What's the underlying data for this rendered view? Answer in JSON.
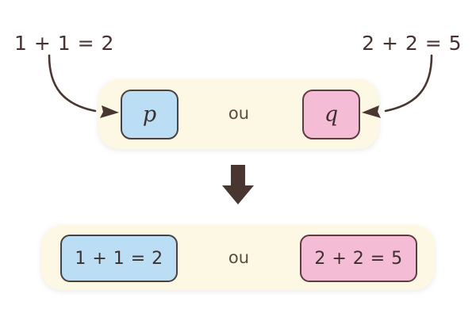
{
  "diagram": {
    "title": "Substitution of propositional variables in a disjunction",
    "colors": {
      "background": "#ffffff",
      "band": "#fdf8e3",
      "blue_chip": "#bbdef5",
      "pink_chip": "#f4bcd5",
      "ink": "#463232",
      "arrow": "#4a3631"
    },
    "top_labels": {
      "left": "1 + 1 = 2",
      "right": "2 + 2 = 5"
    },
    "top_row": {
      "left_chip": "p",
      "connective": "ou",
      "right_chip": "q"
    },
    "bottom_row": {
      "left_chip": "1 + 1 = 2",
      "connective": "ou",
      "right_chip": "2 + 2 = 5"
    },
    "arrows": {
      "left_curve": "curved-arrow-left",
      "right_curve": "curved-arrow-right",
      "transform": "down-arrow"
    }
  }
}
